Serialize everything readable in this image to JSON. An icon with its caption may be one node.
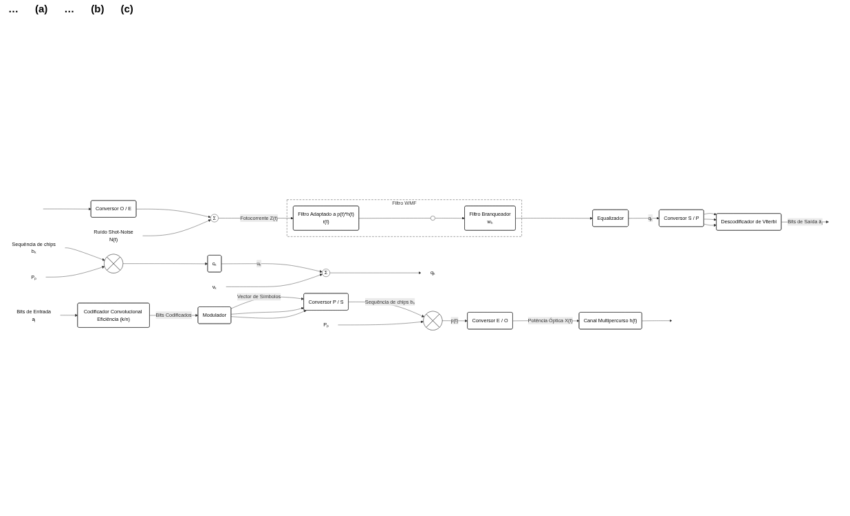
{
  "diagram": {
    "nodes": [
      {
        "text": [
          "Bits de Entrada",
          "aⱼ"
        ]
      },
      {
        "text": [
          "Codificador Convolucional Eficiência (k/n)"
        ]
      },
      {
        "text": [
          "Modulador"
        ]
      },
      {
        "text": [
          "Conversor P / S"
        ]
      },
      {
        "text": [],
        "shape": "circle"
      },
      {
        "text": [
          "Pₚ"
        ]
      },
      {
        "text": [
          "Conversor E / O"
        ]
      },
      {
        "text": [
          "Canal Multipercurso h(t)"
        ]
      },
      {
        "text": [
          "Conversor O / E"
        ]
      },
      {
        "text": [
          "Σ"
        ]
      },
      {
        "text": [
          "Ruído Shot-Noise",
          "N(t)"
        ]
      },
      {
        "text": [
          "Filtro WMF"
        ]
      },
      {
        "text": [
          "Filtro Adaptado a p(t)*h(t)",
          "r(t)"
        ],
        "in": 11
      },
      {
        "text": [],
        "shape": "switch",
        "in": 11
      },
      {
        "text": [
          "Filtro Branqueador",
          "wₖ"
        ],
        "in": 11
      },
      {
        "text": [
          "Equalizador"
        ]
      },
      {
        "text": [
          "Conversor S / P"
        ]
      },
      {
        "text": [
          "Descodificador de Viterbi"
        ]
      },
      {
        "text": [
          "Sequência de chips",
          "bₖ"
        ]
      },
      {
        "text": [],
        "shape": "circle"
      },
      {
        "text": [
          "Pₚ"
        ]
      },
      {
        "text": [
          "cₖ"
        ]
      },
      {
        "text": [
          "Σ"
        ]
      },
      {
        "text": [
          "vₖ"
        ]
      },
      {
        "text": [
          "qₖ"
        ]
      }
    ],
    "edges": [
      {
        "from": 0,
        "to": 1,
        "arrow": "to"
      },
      {
        "from": 1,
        "to": 2,
        "arrow": "to",
        "label": "Bits Codificados"
      },
      {
        "from": 2,
        "to": 3,
        "arrow": "to",
        "label": "Vector de Símbolos"
      },
      {
        "from": 2,
        "to": 3,
        "arrow": "to"
      },
      {
        "from": 2,
        "to": 3,
        "arrow": "to"
      },
      {
        "from": 3,
        "to": 4,
        "arrow": "to",
        "label": "Sequência de chips bₖ"
      },
      {
        "from": 5,
        "to": 4,
        "arrow": "to"
      },
      {
        "from": 4,
        "to": 6,
        "arrow": "to",
        "label": "p(t)"
      },
      {
        "from": 6,
        "to": 7,
        "arrow": "to",
        "label": "Potência Óptica X(t)"
      },
      {
        "from": 7,
        "to": null,
        "arrow": "to"
      },
      {
        "from": null,
        "to": 8,
        "arrow": "to"
      },
      {
        "from": 8,
        "to": 9,
        "arrow": "to"
      },
      {
        "from": 10,
        "to": 9,
        "arrow": "to"
      },
      {
        "from": 9,
        "to": 12,
        "arrow": "to",
        "label": "Fotocorrente Z(t)"
      },
      {
        "from": 12,
        "to": 13,
        "arrow": "none"
      },
      {
        "from": 13,
        "to": 14,
        "arrow": "to"
      },
      {
        "from": 14,
        "to": 15,
        "arrow": "to"
      },
      {
        "from": 15,
        "to": 16,
        "arrow": "to",
        "label": "qₖ"
      },
      {
        "from": 16,
        "to": 17,
        "arrow": "to"
      },
      {
        "from": 16,
        "to": 17,
        "arrow": "to"
      },
      {
        "from": 16,
        "to": 17,
        "arrow": "to"
      },
      {
        "from": 17,
        "to": null,
        "arrow": "to",
        "label": "Bits de Saída âⱼ"
      },
      {
        "from": 18,
        "to": 19,
        "arrow": "to"
      },
      {
        "from": 20,
        "to": 19,
        "arrow": "to"
      },
      {
        "from": 19,
        "to": 21,
        "arrow": "to"
      },
      {
        "from": 21,
        "to": 22,
        "arrow": "to",
        "label": "uₖ"
      },
      {
        "from": 23,
        "to": 22,
        "arrow": "to"
      },
      {
        "from": 22,
        "to": 24,
        "arrow": "to"
      }
    ],
    "labels": [
      "…",
      "(a)",
      "…",
      "(b)",
      "(c)"
    ]
  }
}
